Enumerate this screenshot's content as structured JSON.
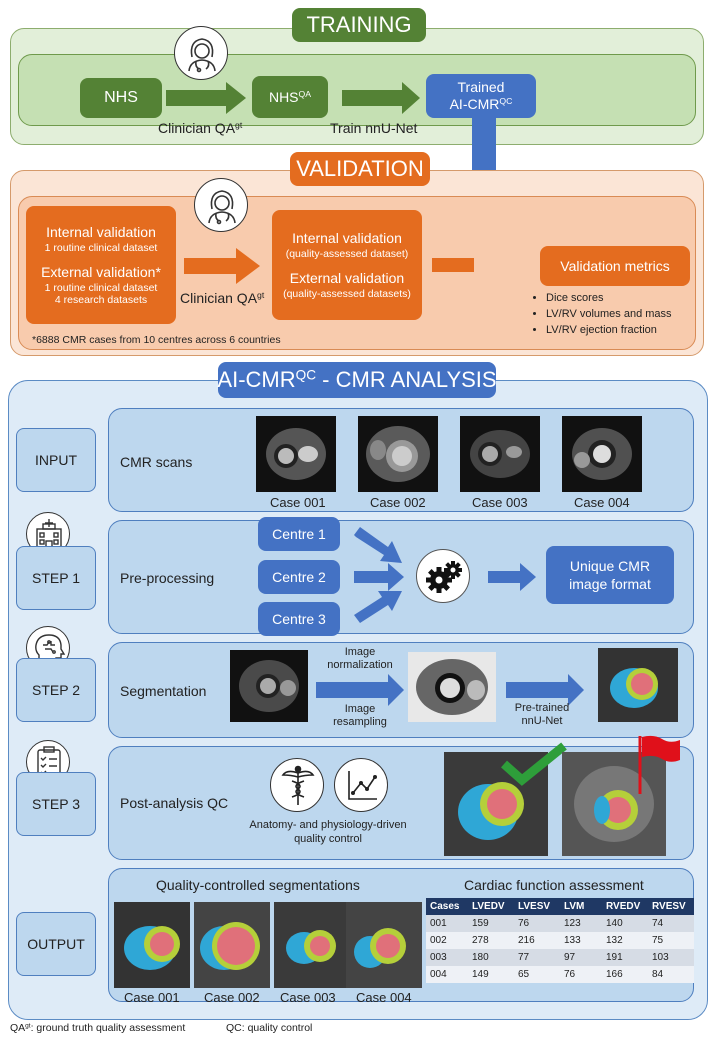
{
  "training": {
    "title": "TRAINING",
    "nhs": "NHS",
    "nhs_qa": "NHS",
    "nhs_qa_sup": "QA",
    "clinician_qa": "Clinician QA",
    "clinician_qa_sup": "gt",
    "train_label": "Train nnU-Net",
    "trained_line1": "Trained",
    "trained_line2": "AI-CMR",
    "trained_sup": "QC"
  },
  "validation": {
    "title": "VALIDATION",
    "left_internal_title": "Internal validation",
    "left_internal_sub": "1 routine clinical dataset",
    "left_external_title": "External validation*",
    "left_external_sub1": "1 routine clinical dataset",
    "left_external_sub2": "4 research datasets",
    "clinician_qa": "Clinician QA",
    "clinician_qa_sup": "gt",
    "mid_internal_title": "Internal validation",
    "mid_internal_sub": "(quality-assessed dataset)",
    "mid_external_title": "External validation",
    "mid_external_sub": "(quality-assessed datasets)",
    "metrics_title": "Validation metrics",
    "metrics": [
      "Dice scores",
      "LV/RV volumes and mass",
      "LV/RV ejection fraction"
    ],
    "footnote": "*6888 CMR cases from 10 centres across 6 countries"
  },
  "analysis": {
    "title": "AI-CMR",
    "title_sup": "QC",
    "title_rest": " - CMR ANALYSIS",
    "input_label": "INPUT",
    "input_desc": "CMR scans",
    "cases": [
      "Case 001",
      "Case 002",
      "Case 003",
      "Case 004"
    ],
    "step1_label": "STEP 1",
    "step1_desc": "Pre-processing",
    "centres": [
      "Centre 1",
      "Centre 2",
      "Centre 3"
    ],
    "unique_format_line1": "Unique CMR",
    "unique_format_line2": "image format",
    "step2_label": "STEP 2",
    "step2_desc": "Segmentation",
    "image_normalization_1": "Image",
    "image_normalization_2": "normalization",
    "image_resampling_1": "Image",
    "image_resampling_2": "resampling",
    "pretrained_1": "Pre-trained",
    "pretrained_2": "nnU-Net",
    "step3_label": "STEP 3",
    "step3_desc": "Post-analysis QC",
    "qc_caption_1": "Anatomy- and physiology-driven",
    "qc_caption_2": "quality control",
    "output_label": "OUTPUT",
    "qcs_title": "Quality-controlled segmentations",
    "cfa_title": "Cardiac function assessment",
    "table_headers": [
      "Cases",
      "LVEDV",
      "LVESV",
      "LVM",
      "RVEDV",
      "RVESV"
    ],
    "table_rows": [
      [
        "001",
        "159",
        "76",
        "123",
        "140",
        "74"
      ],
      [
        "002",
        "278",
        "216",
        "133",
        "132",
        "75"
      ],
      [
        "003",
        "180",
        "77",
        "97",
        "191",
        "103"
      ],
      [
        "004",
        "149",
        "65",
        "76",
        "166",
        "84"
      ]
    ]
  },
  "legend": {
    "qa_label": "QA",
    "qa_sup": "gt",
    "qa_desc": ": ground truth quality assessment",
    "qc_def": "QC: quality control"
  },
  "colors": {
    "green": "#548235",
    "orange": "#e46c1f",
    "blue": "#4472c4",
    "table_header": "#1f3864",
    "check": "#2e9e3a",
    "flag": "#e0101a"
  },
  "icons": [
    "clinician-icon",
    "hospital-icon",
    "brain-head-icon",
    "clipboard-checklist-icon",
    "gears-icon",
    "caduceus-icon",
    "line-chart-icon",
    "checkmark-icon",
    "red-flag-icon"
  ]
}
